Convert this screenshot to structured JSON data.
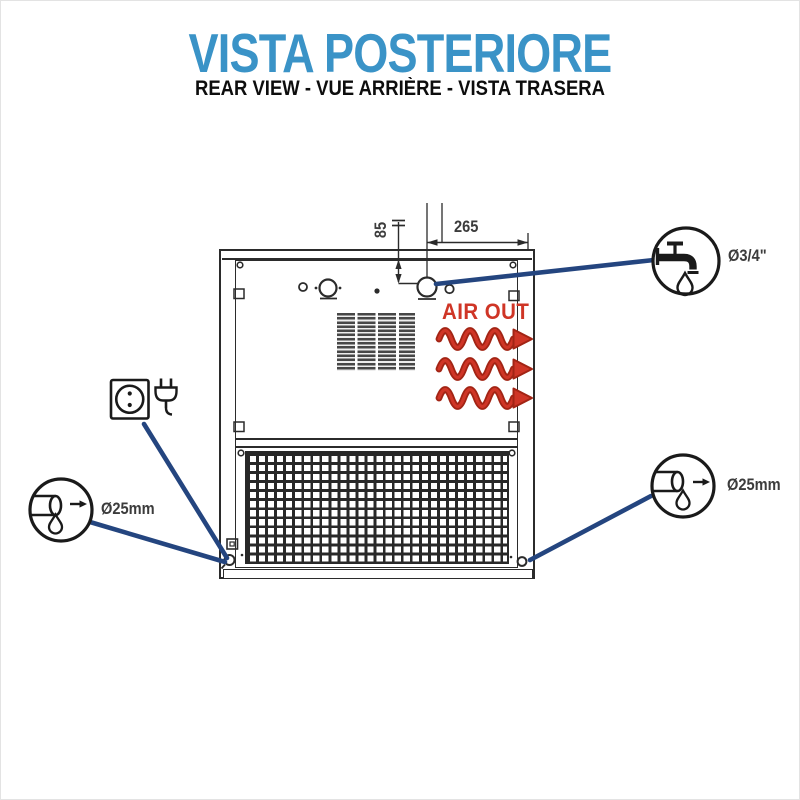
{
  "header": {
    "title": "VISTA POSTERIORE",
    "subtitle": "REAR VIEW - VUE ARRIÈRE - VISTA TRASERA"
  },
  "diagram": {
    "dimensions": {
      "inlet_height_mm": "85",
      "inlet_offset_mm": "265"
    },
    "air_out": {
      "label": "AIR OUT"
    },
    "callouts": {
      "water_inlet": {
        "label": "Ø3/4\"",
        "icon": "tap-icon"
      },
      "power_socket": {
        "icon": "power-socket-plug-icon"
      },
      "drain_left": {
        "label": "Ø25mm",
        "icon": "drain-pipe-icon"
      },
      "drain_right": {
        "label": "Ø25mm",
        "icon": "drain-pipe-icon"
      }
    }
  },
  "colors": {
    "title_blue": "#3a93c7",
    "air_out_red": "#cf3526",
    "air_out_red_dark": "#a22414",
    "leader_navy": "#24457f",
    "line_ink": "#2b2b2b"
  }
}
